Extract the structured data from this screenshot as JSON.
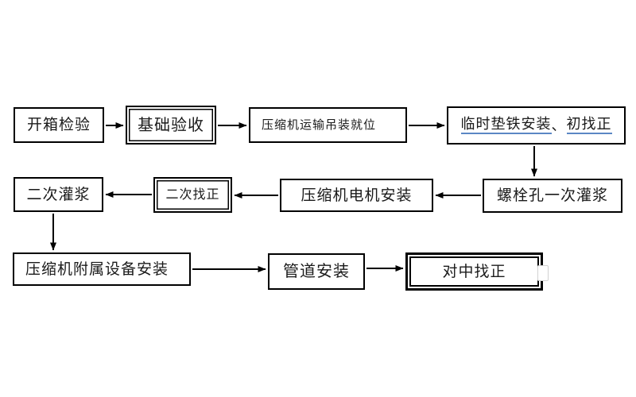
{
  "colors": {
    "background": "#ffffff",
    "box_border": "#000000",
    "text": "#1a1a1a",
    "underline": "#5b87c4"
  },
  "flowchart": {
    "nodes": [
      {
        "id": "unpacking-inspection",
        "label": "开箱检验",
        "border": "single"
      },
      {
        "id": "foundation-acceptance",
        "label": "基础验收",
        "border": "double"
      },
      {
        "id": "compressor-transport-hoisting",
        "label": "压缩机运输吊装就位",
        "border": "single"
      },
      {
        "id": "temporary-shim-install-initial-alignment",
        "parts": [
          {
            "text": "临时垫铁安装",
            "underline": true
          },
          {
            "text": "、",
            "underline": false
          },
          {
            "text": "初找正",
            "underline": true
          }
        ],
        "border": "single"
      },
      {
        "id": "secondary-grouting",
        "label": "二次灌浆",
        "border": "single"
      },
      {
        "id": "secondary-alignment",
        "label": "二次找正",
        "border": "double"
      },
      {
        "id": "compressor-motor-install",
        "label": "压缩机电机安装",
        "border": "single"
      },
      {
        "id": "bolt-hole-primary-grouting",
        "label": "螺栓孔一次灌浆",
        "border": "single"
      },
      {
        "id": "compressor-auxiliary-equipment-install",
        "label": "压缩机附属设备安装",
        "border": "single"
      },
      {
        "id": "piping-install",
        "label": "管道安装",
        "border": "single"
      },
      {
        "id": "centering-alignment",
        "label": "对中找正",
        "border": "double-bold"
      }
    ],
    "edges": [
      {
        "from": "开箱检验",
        "to": "基础验收"
      },
      {
        "from": "基础验收",
        "to": "压缩机运输吊装就位"
      },
      {
        "from": "压缩机运输吊装就位",
        "to": "临时垫铁安装、初找正"
      },
      {
        "from": "临时垫铁安装、初找正",
        "to": "螺栓孔一次灌浆"
      },
      {
        "from": "螺栓孔一次灌浆",
        "to": "压缩机电机安装"
      },
      {
        "from": "压缩机电机安装",
        "to": "二次找正"
      },
      {
        "from": "二次找正",
        "to": "二次灌浆"
      },
      {
        "from": "二次灌浆",
        "to": "压缩机附属设备安装"
      },
      {
        "from": "压缩机附属设备安装",
        "to": "管道安装"
      },
      {
        "from": "管道安装",
        "to": "对中找正"
      }
    ]
  }
}
